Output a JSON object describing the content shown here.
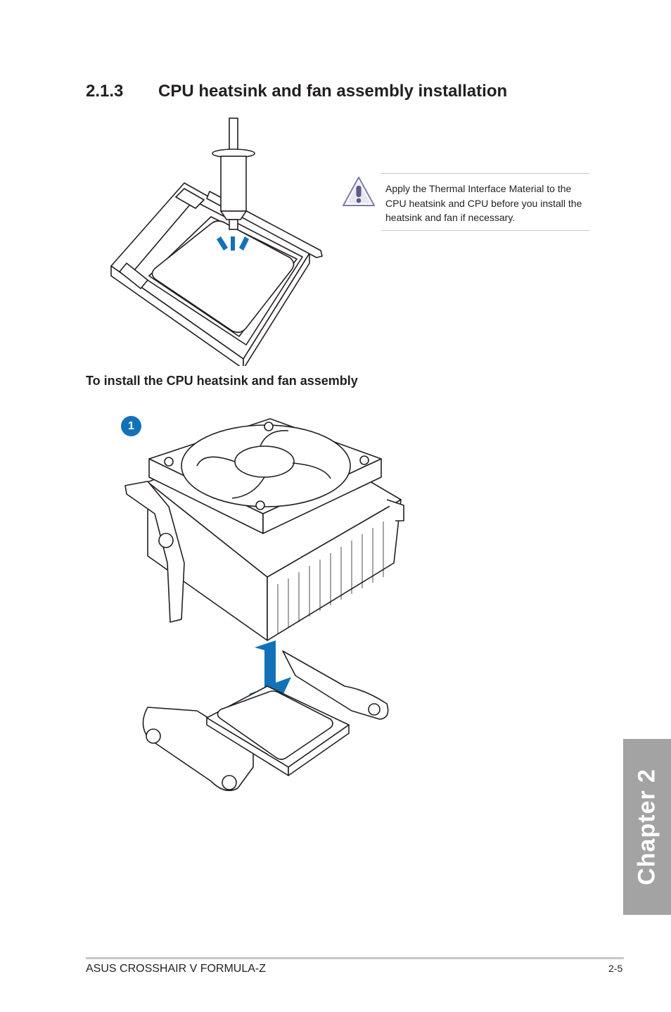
{
  "section": {
    "number": "2.1.3",
    "title": "CPU heatsink and fan assembly installation"
  },
  "note": {
    "icon": "caution-triangle-icon",
    "text": "Apply the Thermal Interface Material to the CPU heatsink and CPU before you install the heatsink and fan if necessary."
  },
  "subheading": "To install the CPU heatsink and fan assembly",
  "step": {
    "number": "1"
  },
  "chapter_tab": "Chapter 2",
  "footer": {
    "left": "ASUS CROSSHAIR V FORMULA-Z",
    "right": "2-5"
  },
  "colors": {
    "accent_blue": "#1272b8",
    "tab_gray": "#a3a3a3",
    "rule_gray": "#c8c8c8"
  }
}
